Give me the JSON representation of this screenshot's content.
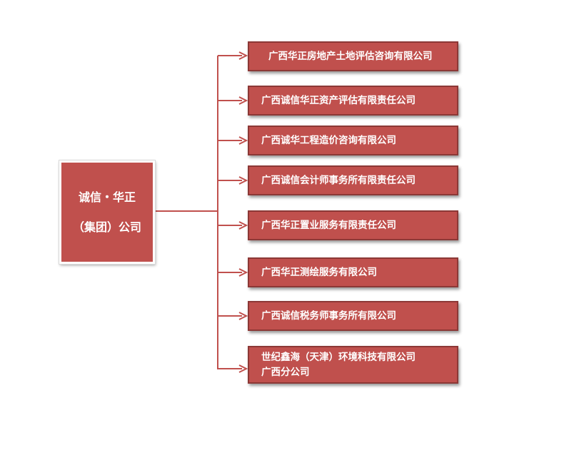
{
  "root": {
    "lines": [
      "诚信・华正",
      "（集团）公司"
    ]
  },
  "children": [
    {
      "lines": [
        "广西华正房地产土地评估咨询有限公司"
      ]
    },
    {
      "lines": [
        "广西诚信华正资产评估有限责任公司"
      ]
    },
    {
      "lines": [
        "广西诚华工程造价咨询有限公司"
      ]
    },
    {
      "lines": [
        "广西诚信会计师事务所有限责任公司"
      ]
    },
    {
      "lines": [
        "广西华正置业服务有限责任公司"
      ]
    },
    {
      "lines": [
        "广西华正测绘服务有限公司"
      ]
    },
    {
      "lines": [
        "广西诚信税务师事务所有限公司"
      ]
    },
    {
      "lines": [
        "世纪鑫海（天津）环境科技有限公司",
        "广西分公司"
      ]
    }
  ],
  "colors": {
    "box_fill": "#c0504d",
    "box_border": "#8c3836",
    "connector": "#c0504d",
    "text": "#ffffff"
  }
}
